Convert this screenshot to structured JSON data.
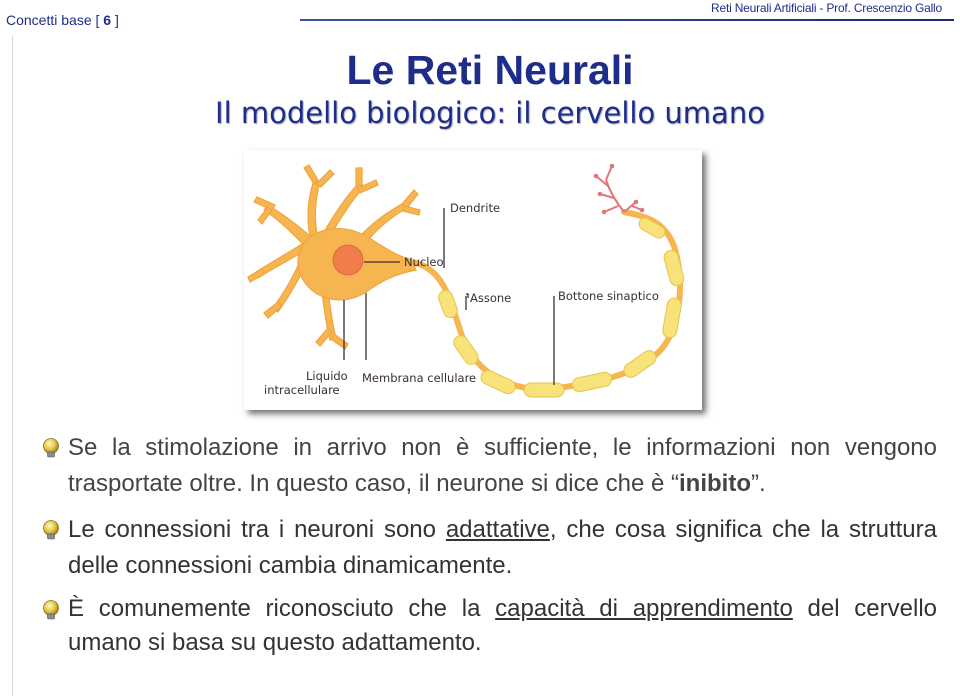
{
  "header": {
    "section": "Concetti base [",
    "page_number": "6",
    "section_close": "]",
    "course": "Reti Neurali Artificiali - Prof. Crescenzio Gallo"
  },
  "title": "Le Reti Neurali",
  "subtitle": "Il modello biologico: il cervello umano",
  "figure": {
    "labels": {
      "dendrite": "Dendrite",
      "nucleo": "Nucleo",
      "assone": "Assone",
      "bottone": "Bottone sinaptico",
      "liquido_1": "Liquido",
      "liquido_2": "intracellulare",
      "membrana": "Membrana cellulare"
    },
    "colors": {
      "soma": "#f7b552",
      "nucleus": "#ef7d4a",
      "myelin": "#f8e27a",
      "line": "#3b2f2f"
    }
  },
  "bullets": {
    "b1": {
      "pre": "Se la stimolazione in arrivo non è sufficiente, le informazioni non vengono trasportate oltre. In questo caso, il neurone si dice che è “",
      "emph": "inibito",
      "post": "”."
    },
    "b2": {
      "pre": "Le connessioni tra i neuroni sono ",
      "link": "adattative",
      "post": ", che cosa significa che la struttura delle connessioni  cambia dinamicamente."
    },
    "b3": {
      "pre": "È comunemente riconosciuto che la ",
      "link": "capacità di apprendimento",
      "post": " del cervello umano si basa su questo adattamento."
    }
  }
}
